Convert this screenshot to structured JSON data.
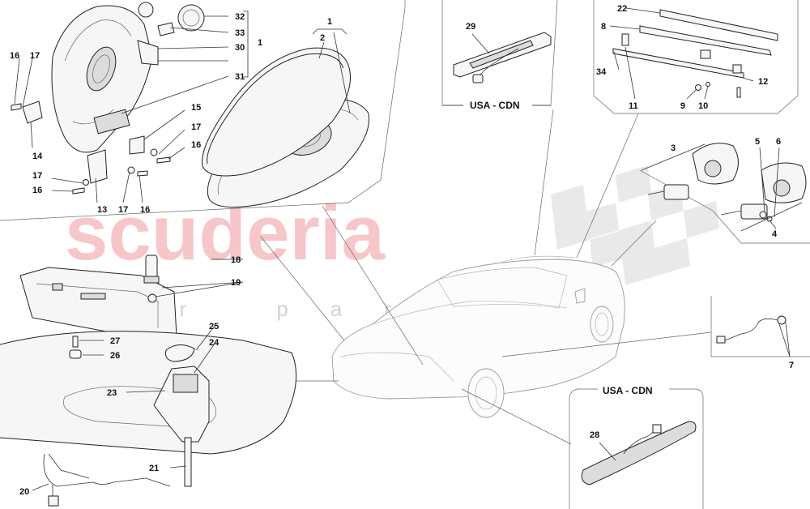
{
  "watermark": {
    "main": "scuderia",
    "sub": "car parts",
    "color": "#f3a9ac"
  },
  "regions": {
    "usa_top": "USA - CDN",
    "usa_bottom": "USA - CDN"
  },
  "callouts": {
    "c1a": "1",
    "c1b": "1",
    "c2": "2",
    "c3": "3",
    "c4": "4",
    "c5": "5",
    "c6": "6",
    "c7": "7",
    "c8": "8",
    "c9": "9",
    "c10": "10",
    "c11": "11",
    "c12": "12",
    "c13": "13",
    "c14": "14",
    "c15": "15",
    "c16a": "16",
    "c16b": "16",
    "c16c": "16",
    "c16d": "16",
    "c17a": "17",
    "c17b": "17",
    "c17c": "17",
    "c17d": "17",
    "c18": "18",
    "c19": "19",
    "c20": "20",
    "c21": "21",
    "c22": "22",
    "c23": "23",
    "c24": "24",
    "c25": "25",
    "c26": "26",
    "c27": "27",
    "c28": "28",
    "c29": "29",
    "c30": "30",
    "c31": "31",
    "c32": "32",
    "c33": "33",
    "c34": "34"
  }
}
